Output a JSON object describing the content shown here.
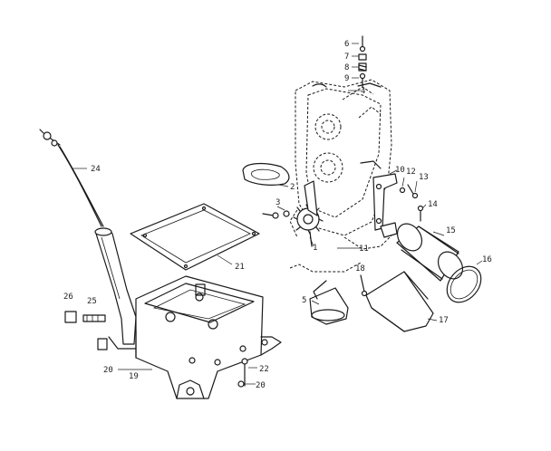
{
  "callouts": {
    "c1": "1",
    "c2": "2",
    "c3": "3",
    "c4": "4",
    "c5": "5",
    "c6": "6",
    "c7": "7",
    "c8": "8",
    "c9": "9",
    "c10": "10",
    "c11": "11",
    "c12": "12",
    "c13": "13",
    "c14": "14",
    "c15": "15",
    "c16": "16",
    "c17": "17",
    "c18": "18",
    "c19": "19",
    "c20a": "20",
    "c20b": "20",
    "c21": "21",
    "c22": "22",
    "c24": "24",
    "c25": "25",
    "c26": "26"
  }
}
